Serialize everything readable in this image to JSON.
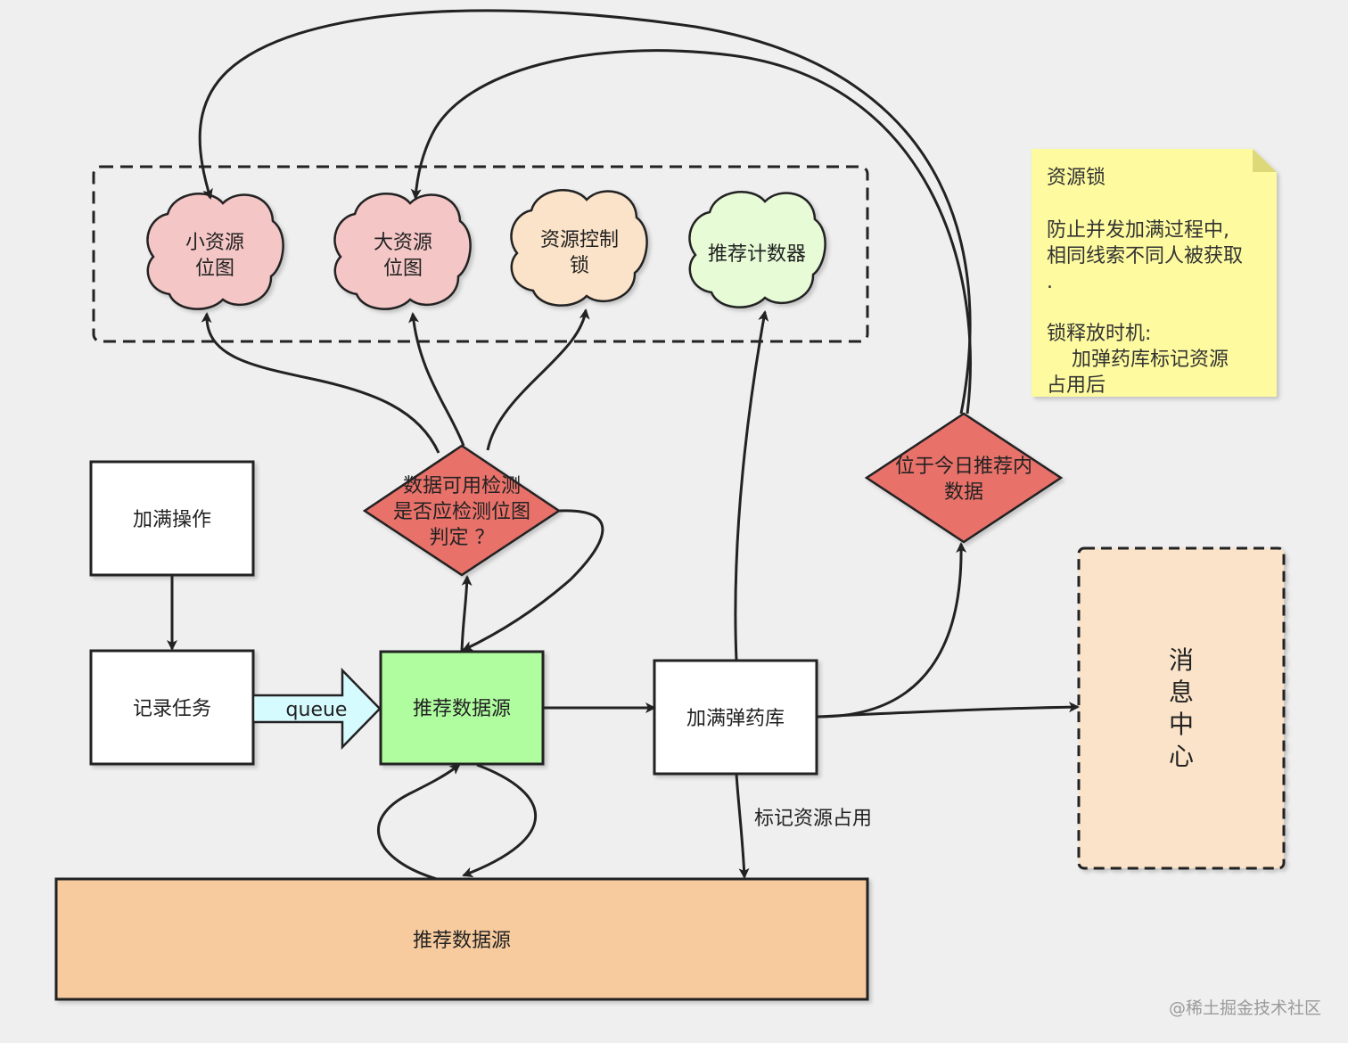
{
  "colors": {
    "background": "#efefef",
    "cloud_red": "#f4c6c6",
    "cloud_orange": "#fbe3c9",
    "cloud_green": "#e6fbd6",
    "diamond_red": "#e8716b",
    "green_box": "#b0fda0",
    "orange_box": "#f7cb9e",
    "queue_arrow": "#d6fbff",
    "note_yellow": "#fdfa9f",
    "message_center": "#fbe3c9",
    "stroke": "#222222"
  },
  "clouds": [
    {
      "id": "small-bitmap",
      "lines": [
        "小资源",
        "位图"
      ]
    },
    {
      "id": "large-bitmap",
      "lines": [
        "大资源",
        "位图"
      ]
    },
    {
      "id": "resource-lock",
      "lines": [
        "资源控制",
        "锁"
      ]
    },
    {
      "id": "rec-counter",
      "lines": [
        "推荐计数器"
      ]
    }
  ],
  "boxes": {
    "fill_op": "加满操作",
    "record_task": "记录任务",
    "rec_source_green": "推荐数据源",
    "fill_magazine": "加满弹药库",
    "rec_source_bottom": "推荐数据源"
  },
  "diamonds": {
    "check": [
      "数据可用检测",
      "是否应检测位图",
      "判定 ？"
    ],
    "today": [
      "位于今日推荐内",
      "数据"
    ]
  },
  "queue_label": "queue",
  "mark_label": "标记资源占用",
  "message_center": [
    "消",
    "息",
    "中",
    "心"
  ],
  "note": {
    "lines": [
      "资源锁",
      "",
      "防止并发加满过程中,",
      "相同线索不同人被获取",
      ".",
      "",
      "锁释放时机:",
      "    加弹药库标记资源",
      "占用后"
    ]
  },
  "watermark": "@稀土掘金技术社区"
}
